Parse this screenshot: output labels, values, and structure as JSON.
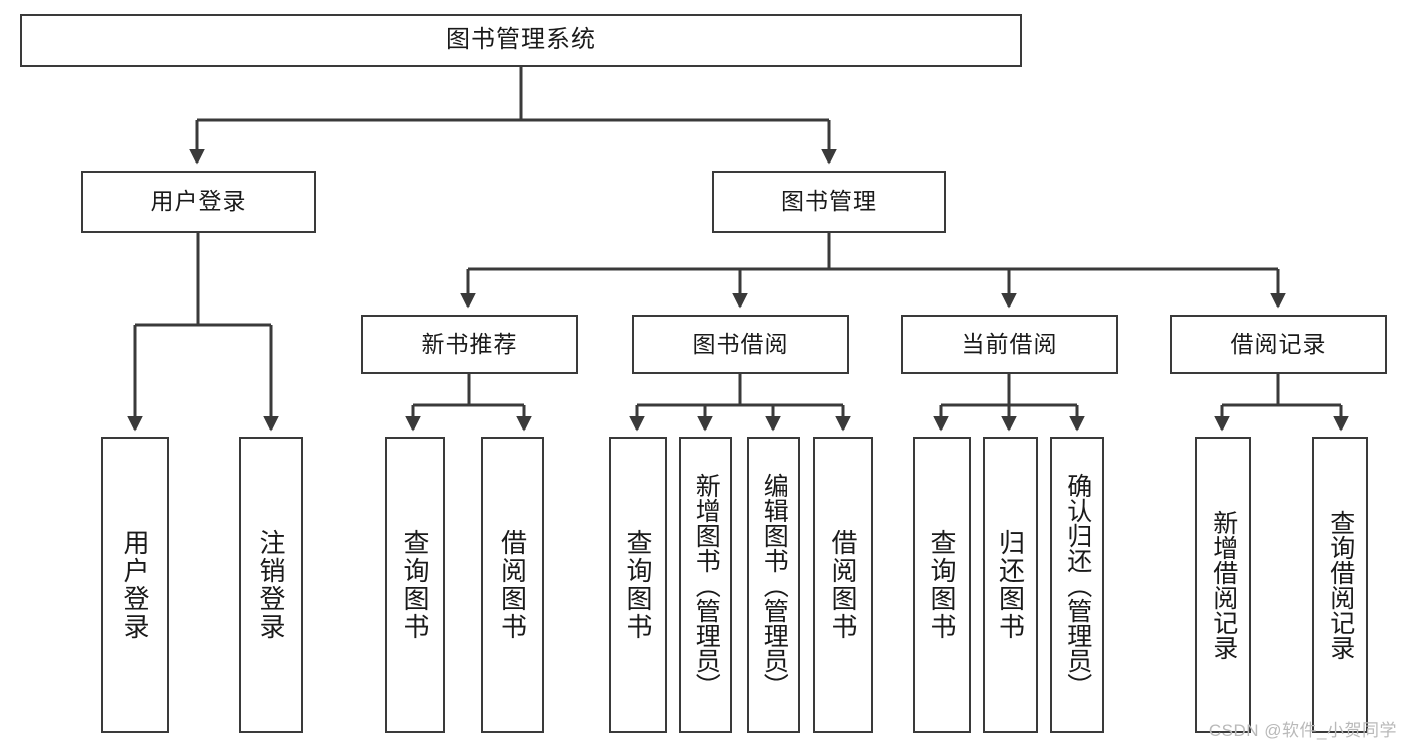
{
  "diagram": {
    "type": "tree-hierarchy-chart",
    "title": "图书管理系统",
    "watermark": "CSDN @软件_小贺同学",
    "colors": {
      "box_border": "#3a3a3a",
      "box_fill": "#ffffff",
      "connector": "#3a3a3a",
      "text": "#1a1a1a",
      "watermark": "#b9b9b9",
      "background": "#ffffff"
    },
    "levels": {
      "root": {
        "label": "图书管理系统"
      },
      "level2": [
        {
          "label": "用户登录"
        },
        {
          "label": "图书管理"
        }
      ],
      "level3": [
        {
          "label": "新书推荐"
        },
        {
          "label": "图书借阅"
        },
        {
          "label": "当前借阅"
        },
        {
          "label": "借阅记录"
        }
      ],
      "leaves": {
        "user_login": [
          {
            "label": "用户登录"
          },
          {
            "label": "注销登录"
          }
        ],
        "new_book_recommend": [
          {
            "label": "查询图书"
          },
          {
            "label": "借阅图书"
          }
        ],
        "book_borrow": [
          {
            "label": "查询图书"
          },
          {
            "label": "新增图书（管理员）"
          },
          {
            "label": "编辑图书（管理员）"
          },
          {
            "label": "借阅图书"
          }
        ],
        "current_borrow": [
          {
            "label": "查询图书"
          },
          {
            "label": "归还图书"
          },
          {
            "label": "确认归还（管理员）"
          }
        ],
        "borrow_records": [
          {
            "label": "新增借阅记录"
          },
          {
            "label": "查询借阅记录"
          }
        ]
      }
    }
  }
}
